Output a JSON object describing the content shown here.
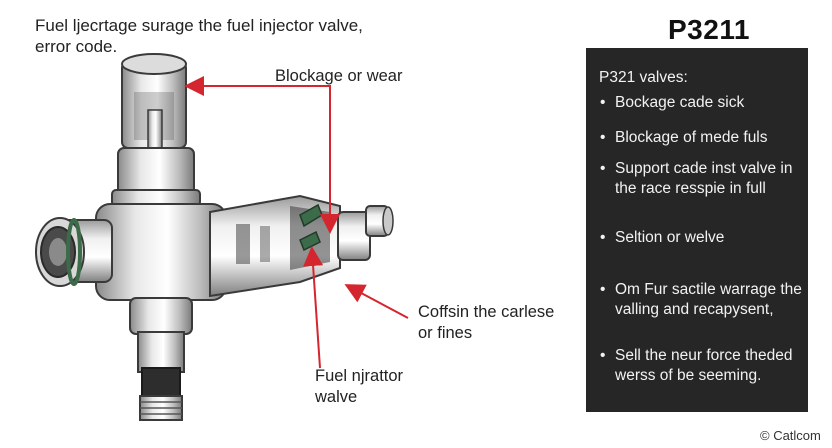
{
  "caption": "Fuel ljecrtage surage the fuel injector valve,\nerror code.",
  "title": "P3211",
  "labels": {
    "blockage": "Blockage or wear",
    "coffsin": "Coffsin the carlese\nor fines",
    "valve": "Fuel njrattor\nwalve"
  },
  "panel": {
    "heading": "P321 valves:",
    "items": [
      "Bockage cade sick",
      "Blockage of mede fuls",
      "Support cade inst valve in the race resspie in full",
      "Seltion or welve",
      "Om Fur sactile warrage the valling and recapysent,",
      "Sell the neur force theded werss of be seeming."
    ]
  },
  "footer": "© Catlcom",
  "colors": {
    "arrow": "#d4262e",
    "panel": "#262626",
    "panel_text": "#f2f2f2"
  }
}
